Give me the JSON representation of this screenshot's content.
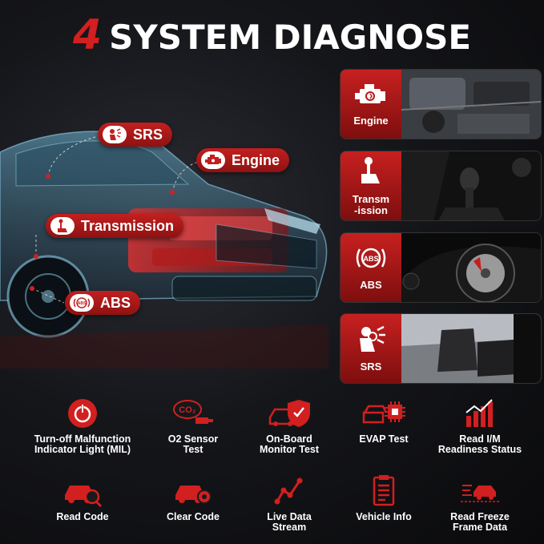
{
  "title": {
    "number": "4",
    "text": "SYSTEM DIAGNOSE"
  },
  "colors": {
    "accent": "#d21f1f",
    "background": "#111114"
  },
  "car_tags": [
    {
      "label": "SRS",
      "icon": "airbag-icon"
    },
    {
      "label": "Engine",
      "icon": "engine-icon"
    },
    {
      "label": "Transmission",
      "icon": "gear-shift-icon"
    },
    {
      "label": "ABS",
      "icon": "abs-icon"
    }
  ],
  "system_cards": [
    {
      "label": "Engine",
      "icon": "engine-icon"
    },
    {
      "label": "Transm\n-ission",
      "icon": "gear-shift-icon"
    },
    {
      "label": "ABS",
      "icon": "abs-icon"
    },
    {
      "label": "SRS",
      "icon": "airbag-icon"
    }
  ],
  "features": [
    {
      "label": "Turn-off Malfunction\nIndicator Light (MIL)",
      "icon": "power-icon"
    },
    {
      "label": "O2 Sensor\nTest",
      "icon": "co2-sensor-icon"
    },
    {
      "label": "On-Board\nMonitor Test",
      "icon": "car-shield-icon"
    },
    {
      "label": "EVAP Test",
      "icon": "car-chip-icon"
    },
    {
      "label": "Read I/M\nReadiness Status",
      "icon": "bar-chart-icon"
    },
    {
      "label": "Read Code",
      "icon": "car-search-icon"
    },
    {
      "label": "Clear Code",
      "icon": "car-gear-icon"
    },
    {
      "label": "Live Data\nStream",
      "icon": "line-graph-icon"
    },
    {
      "label": "Vehicle Info",
      "icon": "document-icon"
    },
    {
      "label": "Read Freeze\nFrame Data",
      "icon": "car-frame-icon"
    }
  ]
}
